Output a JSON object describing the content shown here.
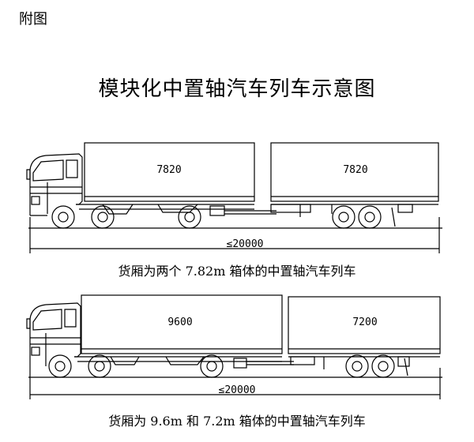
{
  "figure_label": "附图",
  "title": "模块化中置轴汽车列车示意图",
  "diagrams": [
    {
      "front_box_length": "7820",
      "rear_box_length": "7820",
      "overall_length": "≤20000",
      "caption": "货厢为两个 7.82m 箱体的中置轴汽车列车"
    },
    {
      "front_box_length": "9600",
      "rear_box_length": "7200",
      "overall_length": "≤20000",
      "caption": "货厢为 9.6m 和 7.2m 箱体的中置轴汽车列车"
    }
  ]
}
